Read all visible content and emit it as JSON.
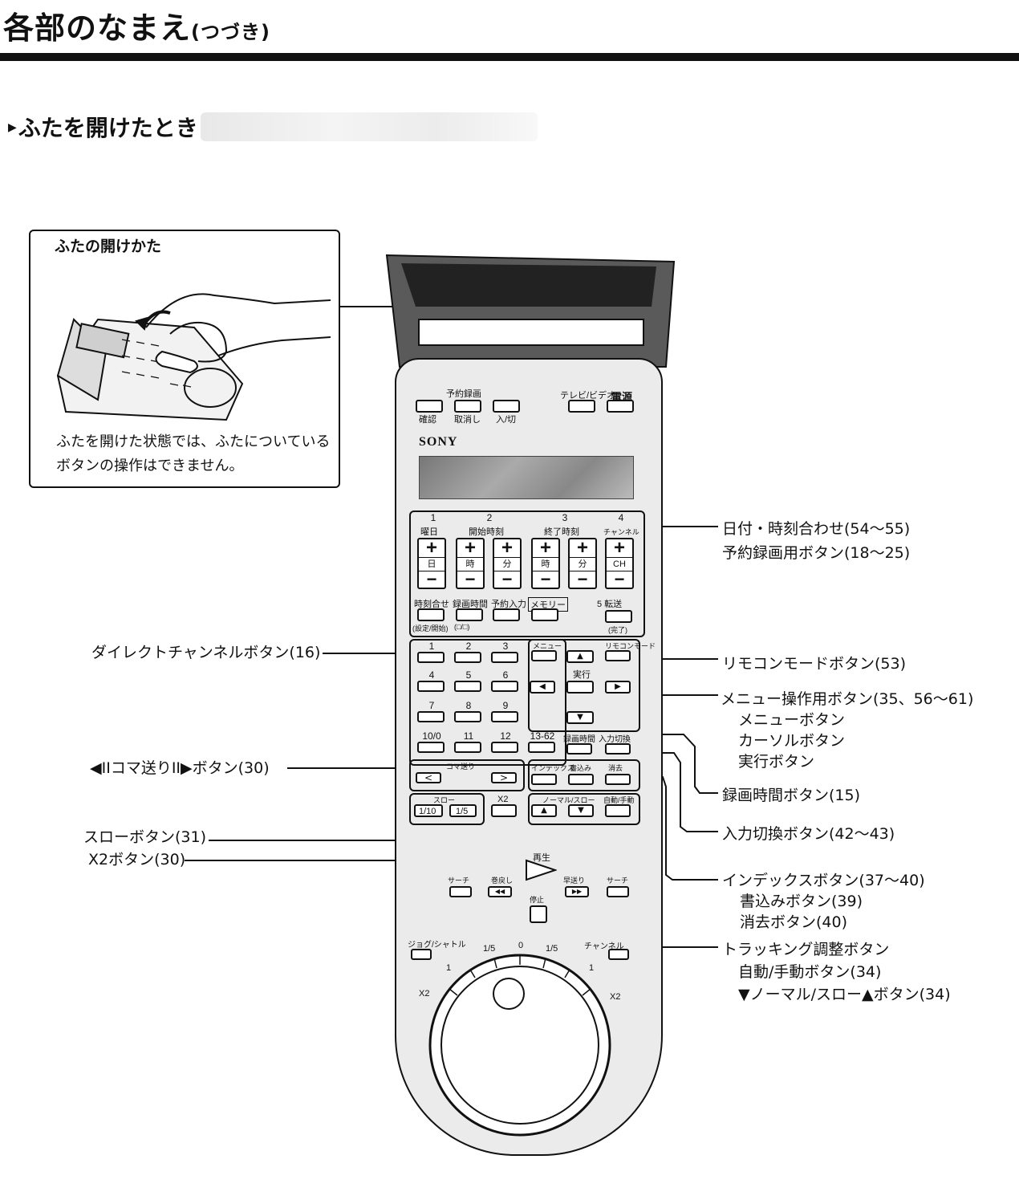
{
  "page": {
    "title_main": "各部のなまえ",
    "title_sub": "(つづき)",
    "section_mark": "▶",
    "section_title": "ふたを開けたとき"
  },
  "infobox": {
    "heading": "ふたの開けかた",
    "note": "ふたを開けた状態では、ふたについているボタンの操作はできません。"
  },
  "remote": {
    "top_group_label": "予約録画",
    "top_buttons": [
      "確認",
      "取消し",
      "入/切"
    ],
    "tv_video": "テレビ/ビデオ",
    "power": "電源",
    "brand": "SONY",
    "tab_numbers": [
      "1",
      "2",
      "3",
      "4"
    ],
    "tab_labels": [
      "曜日",
      "開始時刻",
      "終了時刻",
      "チャンネル"
    ],
    "pm_labels": [
      "日",
      "時",
      "分",
      "時",
      "分",
      "CH"
    ],
    "row_labels": [
      "時刻合せ",
      "録画時間",
      "予約入力",
      "メモリー",
      "5 転送"
    ],
    "row_sub": [
      "(設定/開始)",
      "(□/□)",
      "(完了)"
    ],
    "keypad": [
      "1",
      "2",
      "3",
      "4",
      "5",
      "6",
      "7",
      "8",
      "9",
      "10/0",
      "11",
      "12",
      "13-62"
    ],
    "menu_label": "メニュー",
    "remote_mode": "リモコンモード",
    "execute": "実行",
    "rec_time": "録画時間",
    "input_switch": "入力切換",
    "koma_label": "コマ送り",
    "index_label": "インデックス",
    "index_buttons": [
      "インデックス",
      "書込み",
      "消去"
    ],
    "slow_label": "スロー",
    "slow_buttons": [
      "1/10",
      "1/5"
    ],
    "x2": "X2",
    "normal_slow": "ノーマル/スロー",
    "auto_manual": "自動/手動",
    "play": "再生",
    "search": "サーチ",
    "rewind": "巻戻し",
    "ffwd": "早送り",
    "stop": "停止",
    "jog_shuttle": "ジョグ/シャトル",
    "channel": "チャンネル",
    "dial_marks": [
      "1/5",
      "0",
      "1/5",
      "1",
      "1",
      "X2",
      "X2"
    ]
  },
  "callouts_right": [
    "日付・時刻合わせ(54〜55)",
    "予約録画用ボタン(18〜25)",
    "リモコンモードボタン(53)",
    "メニュー操作用ボタン(35、56〜61)",
    "メニューボタン",
    "カーソルボタン",
    "実行ボタン",
    "録画時間ボタン(15)",
    "入力切換ボタン(42〜43)",
    "インデックスボタン(37〜40)",
    "書込みボタン(39)",
    "消去ボタン(40)",
    "トラッキング調整ボタン",
    "自動/手動ボタン(34)",
    "▼ノーマル/スロー▲ボタン(34)"
  ],
  "callouts_left": [
    "ダイレクトチャンネルボタン(16)",
    "◀IIコマ送りII▶ボタン(30)",
    "スローボタン(31)",
    "X2ボタン(30)"
  ]
}
